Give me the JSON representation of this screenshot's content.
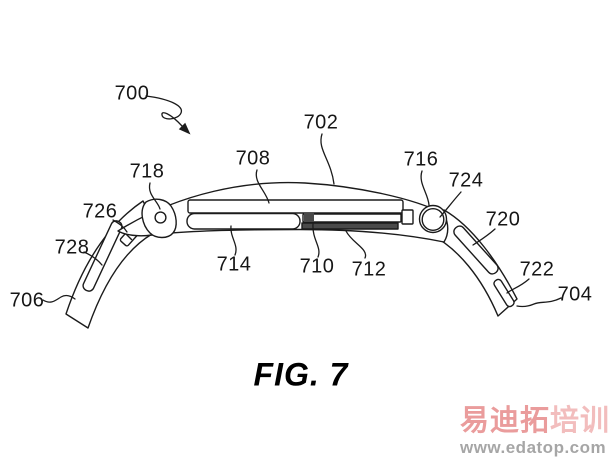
{
  "figure": {
    "caption": "FIG. 7",
    "line_color": "#1b1b1b",
    "labels": [
      {
        "text": "700"
      },
      {
        "text": "702"
      },
      {
        "text": "708"
      },
      {
        "text": "718"
      },
      {
        "text": "716"
      },
      {
        "text": "724"
      },
      {
        "text": "726"
      },
      {
        "text": "728"
      },
      {
        "text": "706"
      },
      {
        "text": "714"
      },
      {
        "text": "710"
      },
      {
        "text": "712"
      },
      {
        "text": "720"
      },
      {
        "text": "722"
      },
      {
        "text": "704"
      }
    ]
  },
  "watermark": {
    "brand_primary": "易迪拓",
    "brand_secondary": "培训",
    "url": "www.edatop.com",
    "color_primary": "#ea9c9c",
    "color_secondary": "#f2bdbd",
    "color_url": "#a6a6a6"
  }
}
